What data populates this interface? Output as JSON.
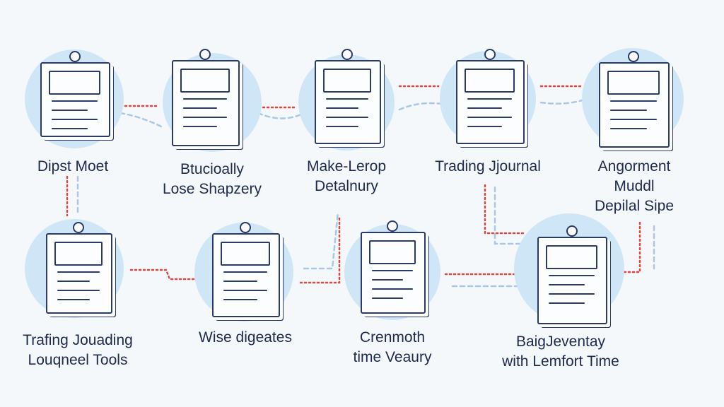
{
  "nodes": [
    {
      "id": "dipst-moet",
      "lines": [
        "Dipst Moet"
      ]
    },
    {
      "id": "btucioally",
      "lines": [
        "Btucioally",
        "Lose Shapzery"
      ]
    },
    {
      "id": "make-lerop",
      "lines": [
        "Make-Lerop",
        "Detalnury"
      ]
    },
    {
      "id": "trading-journal",
      "lines": [
        "Trading Jjournal"
      ]
    },
    {
      "id": "angorment",
      "lines": [
        "Angorment",
        "Muddl",
        "Depilal Sipe"
      ]
    },
    {
      "id": "trafing-jouading",
      "lines": [
        "Trafing Jouading",
        "Louqneel Tools"
      ]
    },
    {
      "id": "wise-digeates",
      "lines": [
        "Wise digeates"
      ]
    },
    {
      "id": "crenmoth",
      "lines": [
        "Crenmoth",
        "time Veaury"
      ]
    },
    {
      "id": "baigjeventay",
      "lines": [
        "BaigJeventay",
        "with Lemfort Time"
      ]
    }
  ],
  "colors": {
    "accent": "#cfe6f7",
    "ink": "#2b3a66",
    "connector": "#e0463f",
    "connector_alt": "#a9c8e6"
  }
}
